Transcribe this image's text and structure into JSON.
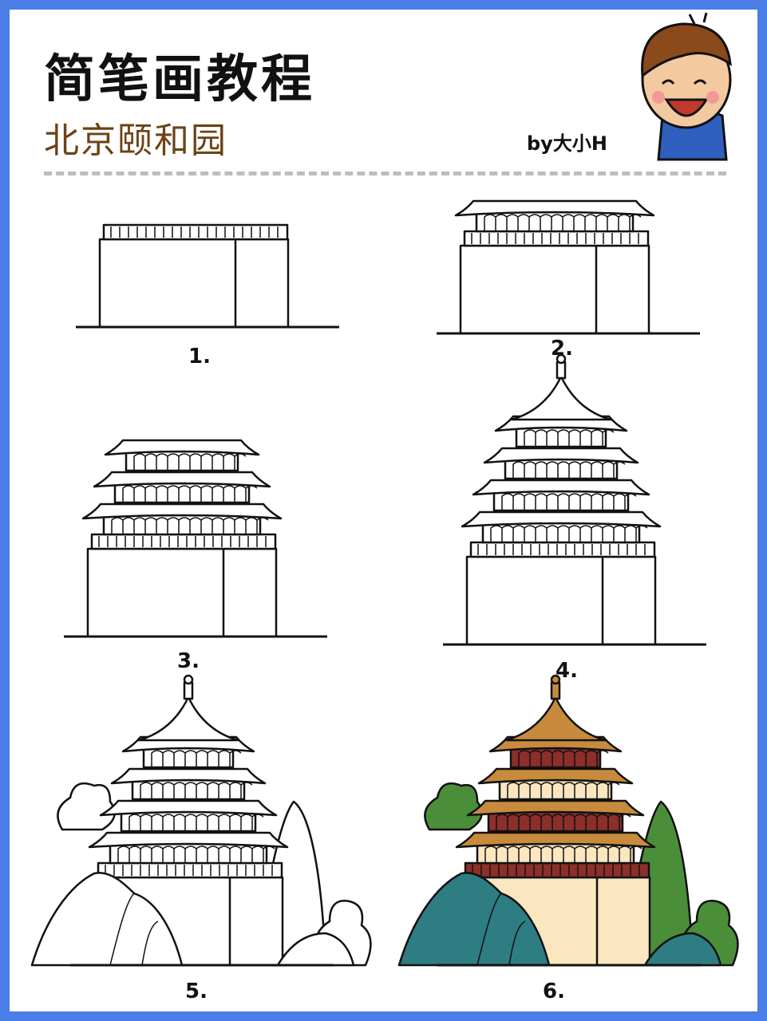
{
  "header": {
    "title": "简笔画教程",
    "subtitle": "北京颐和园",
    "author": "by大小H"
  },
  "steps": [
    {
      "label": "1."
    },
    {
      "label": "2."
    },
    {
      "label": "3."
    },
    {
      "label": "4."
    },
    {
      "label": "5."
    },
    {
      "label": "6."
    }
  ],
  "colors": {
    "border": "#4a7de6",
    "subtitle": "#6b4316",
    "wall": "#fae6bf",
    "roof": "#c88a3d",
    "band": "#8c2f2a",
    "mountain": "#2e7d83",
    "greenery": "#4b8e3a"
  }
}
